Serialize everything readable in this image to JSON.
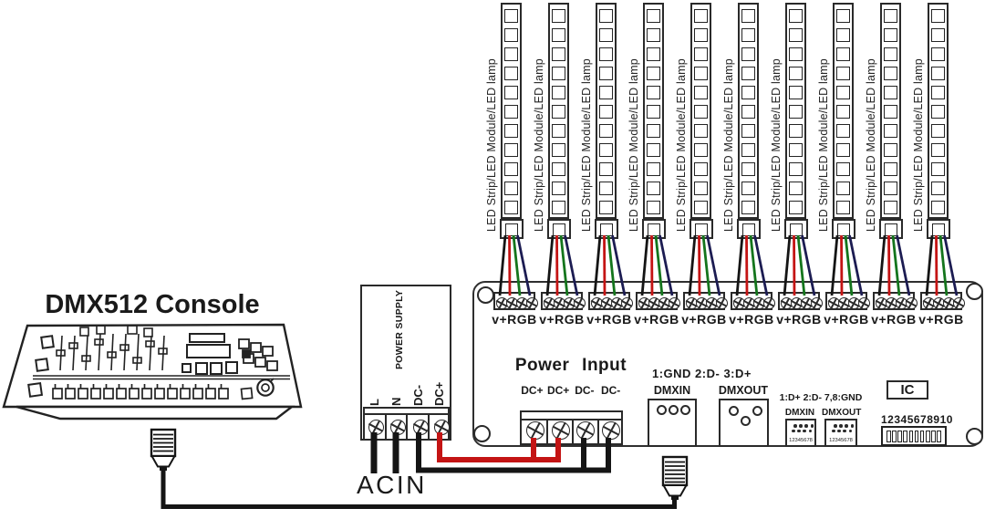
{
  "console": {
    "title": "DMX512 Console"
  },
  "power_supply": {
    "name": "POWER SUPPLY",
    "terminals": [
      "L",
      "N",
      "DC-",
      "DC+"
    ],
    "acin": "ACIN"
  },
  "board": {
    "power_input": {
      "title": "Power Input",
      "terminals": [
        "DC+",
        "DC+",
        "DC-",
        "DC-"
      ]
    },
    "dmx_xlr": {
      "pinout": "1:GND 2:D- 3:D+",
      "in": "DMXIN",
      "out": "DMXOUT"
    },
    "dmx_rj45": {
      "pinout": "1:D+ 2:D- 7,8:GND",
      "in": "DMXIN",
      "out": "DMXOUT",
      "pins": "12345678"
    },
    "ic": "IC",
    "dip": {
      "label": "12345678910",
      "count": 10
    }
  },
  "channels": [
    {
      "strip": "LED Strip/LED Module/LED lamp",
      "terminal": "v+RGB"
    },
    {
      "strip": "LED Strip/LED Module/LED lamp",
      "terminal": "v+RGB"
    },
    {
      "strip": "LED Strip/LED Module/LED lamp",
      "terminal": "v+RGB"
    },
    {
      "strip": "LED Strip/LED Module/LED lamp",
      "terminal": "v+RGB"
    },
    {
      "strip": "LED Strip/LED Module/LED lamp",
      "terminal": "v+RGB"
    },
    {
      "strip": "LED Strip/LED Module/LED lamp",
      "terminal": "v+RGB"
    },
    {
      "strip": "LED Strip/LED Module/LED lamp",
      "terminal": "v+RGB"
    },
    {
      "strip": "LED Strip/LED Module/LED lamp",
      "terminal": "v+RGB"
    },
    {
      "strip": "LED Strip/LED Module/LED lamp",
      "terminal": "v+RGB"
    },
    {
      "strip": "LED Strip/LED Module/LED lamp",
      "terminal": "v+RGB"
    }
  ],
  "colors": {
    "wire_black": "#151515",
    "wire_red": "#c41414",
    "wire_green": "#14751c",
    "wire_blue": "#1c1c52"
  }
}
